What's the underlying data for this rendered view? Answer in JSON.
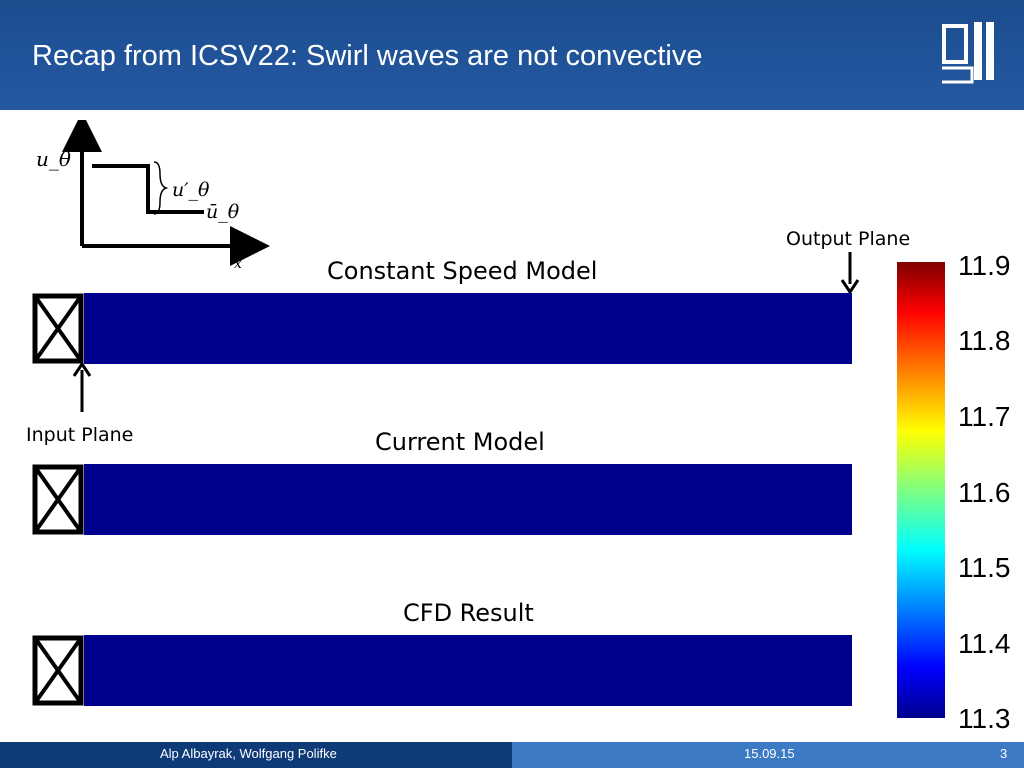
{
  "slide": {
    "title": "Recap from ICSV22: Swirl waves are not convective",
    "labels": {
      "output_plane": "Output Plane",
      "input_plane": "Input Plane",
      "constant_speed_model": "Constant Speed Model",
      "current_model": "Current Model",
      "cfd_result": "CFD Result"
    },
    "inset": {
      "y_label": "u_θ",
      "fluct_label": "u′_θ",
      "mean_label": "ū_θ",
      "x_label": "x"
    },
    "colorbar": {
      "ticks": [
        "11.9",
        "11.8",
        "11.7",
        "11.6",
        "11.5",
        "11.4",
        "11.3"
      ],
      "colormap": "jet",
      "bar_color": "#00008f"
    },
    "footer": {
      "authors": "Alp Albayrak, Wolfgang Polifke",
      "date": "15.09.15",
      "page": "3"
    },
    "colors": {
      "header": "#1f50a0",
      "footer_dark": "#0e3a78",
      "footer_light": "#3d7ac4"
    },
    "logo_icon": "tum-book-logo-icon"
  }
}
